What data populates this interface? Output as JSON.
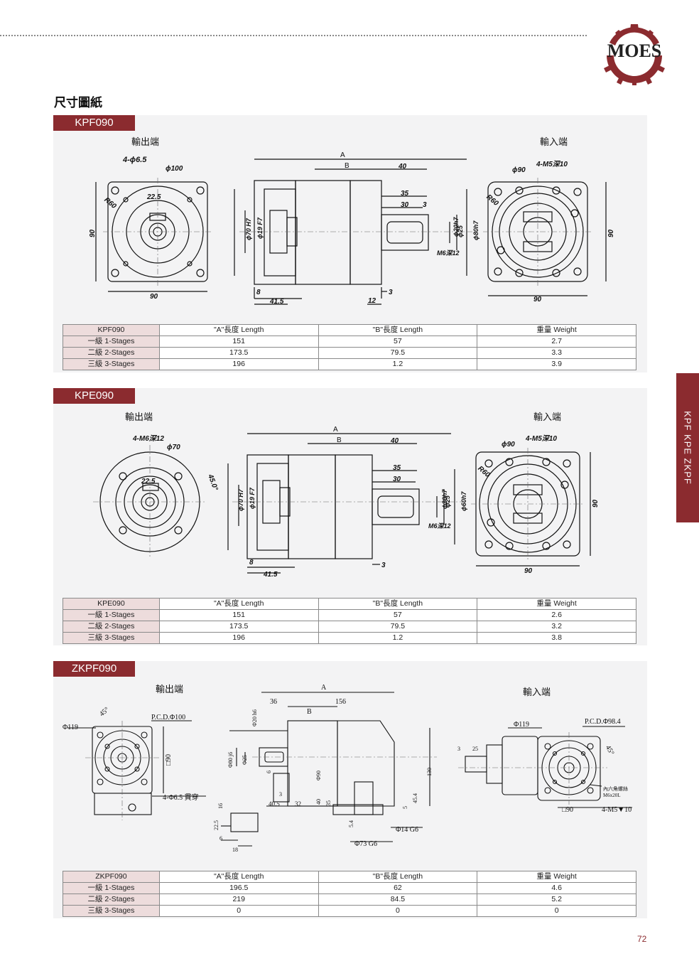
{
  "header": {
    "brand": "MOES"
  },
  "page_title": "尺寸圖紙",
  "sidebar_label": "KPF KPE ZKPF",
  "page_number": "72",
  "colors": {
    "accent": "#8b2b2f",
    "row_head": "#eddcdc",
    "section_bg": "#f3f3f4"
  },
  "sections": [
    {
      "tab": "KPF090",
      "output_label": "輸出端",
      "input_label": "輸入端",
      "dims": {
        "bolt": "4-ϕ6.5",
        "pcd": "ϕ100",
        "key": "22.5",
        "r": "R60",
        "sq": "90",
        "sq2": "90",
        "h7": "ϕ70 H7",
        "f7": "ϕ19 F7",
        "A": "A",
        "B": "B",
        "b40": "40",
        "d35": "35",
        "d30": "30",
        "d3": "3",
        "h20": "ϕ20h7",
        "d25": "ϕ25",
        "h80": "ϕ80h7",
        "m6": "M6深12",
        "d8": "8",
        "d415": "41.5",
        "d12": "12",
        "d3b": "3",
        "in_pcd": "ϕ90",
        "in_bolt": "4-M5深10",
        "in_r": "R60",
        "in_sq": "90",
        "in_sq2": "90"
      },
      "table": {
        "headers": [
          "KPF090",
          "\"A\"長度 Length",
          "\"B\"長度 Length",
          "重量 Weight"
        ],
        "rows": [
          [
            "一級 1-Stages",
            "151",
            "57",
            "2.7"
          ],
          [
            "二級 2-Stages",
            "173.5",
            "79.5",
            "3.3"
          ],
          [
            "三級 3-Stages",
            "196",
            "1.2",
            "3.9"
          ]
        ]
      }
    },
    {
      "tab": "KPE090",
      "output_label": "輸出端",
      "input_label": "輸入端",
      "dims": {
        "bolt": "4-M6深12",
        "pcd": "ϕ70",
        "key": "22.5",
        "ang": "45.0°",
        "h7": "ϕ70 H7",
        "f7": "ϕ19 F7",
        "A": "A",
        "B": "B",
        "b40": "40",
        "d35": "35",
        "d30": "30",
        "h20": "ϕ20h7",
        "d25": "ϕ25",
        "h60": "ϕ60h7",
        "m6": "M6深12",
        "d8": "8",
        "d415": "41.5",
        "d3": "3",
        "in_pcd": "ϕ90",
        "in_bolt": "4-M5深10",
        "in_r": "R60",
        "in_sq": "90",
        "in_sq2": "90"
      },
      "table": {
        "headers": [
          "KPE090",
          "\"A\"長度 Length",
          "\"B\"長度 Length",
          "重量 Weight"
        ],
        "rows": [
          [
            "一級 1-Stages",
            "151",
            "57",
            "2.6"
          ],
          [
            "二級 2-Stages",
            "173.5",
            "79.5",
            "3.2"
          ],
          [
            "三級 3-Stages",
            "196",
            "1.2",
            "3.8"
          ]
        ]
      }
    },
    {
      "tab": "ZKPF090",
      "output_label": "輸出端",
      "input_label": "輸入端",
      "dims": {
        "ang": "45°",
        "d119": "Φ119",
        "pcd": "P.C.D.Φ100",
        "sq90": "□90",
        "bolt": "4-Φ6.5 貫穿",
        "d36": "36",
        "A": "A",
        "d156": "156",
        "B": "B",
        "d20": "Φ20 h6",
        "d80": "Φ80 j6",
        "d25": "Φ25",
        "d6": "6",
        "d90": "Φ90",
        "d3": "3",
        "d405": "40.5",
        "d32": "32",
        "d40": "40",
        "d35": "35",
        "d130": "130",
        "d5": "5",
        "d454": "45.4",
        "d54": "5.4",
        "d14": "Φ14 G6",
        "d73": "Φ73 G6",
        "k225": "22.5",
        "k6": "6",
        "k18": "18",
        "k16": "16",
        "in_d119": "Φ119",
        "in_pcd": "P.C.D.Φ98.4",
        "in_ang": "45°",
        "in_sq": "□90",
        "in_bolt": "4-M5▼10",
        "hex": "內六角螺絲",
        "hex2": "M6x20L",
        "in_3": "3",
        "in_25": "25"
      },
      "table": {
        "headers": [
          "ZKPF090",
          "\"A\"長度 Length",
          "\"B\"長度 Length",
          "重量 Weight"
        ],
        "rows": [
          [
            "一級 1-Stages",
            "196.5",
            "62",
            "4.6"
          ],
          [
            "二級 2-Stages",
            "219",
            "84.5",
            "5.2"
          ],
          [
            "三級 3-Stages",
            "0",
            "0",
            "0"
          ]
        ]
      }
    }
  ]
}
